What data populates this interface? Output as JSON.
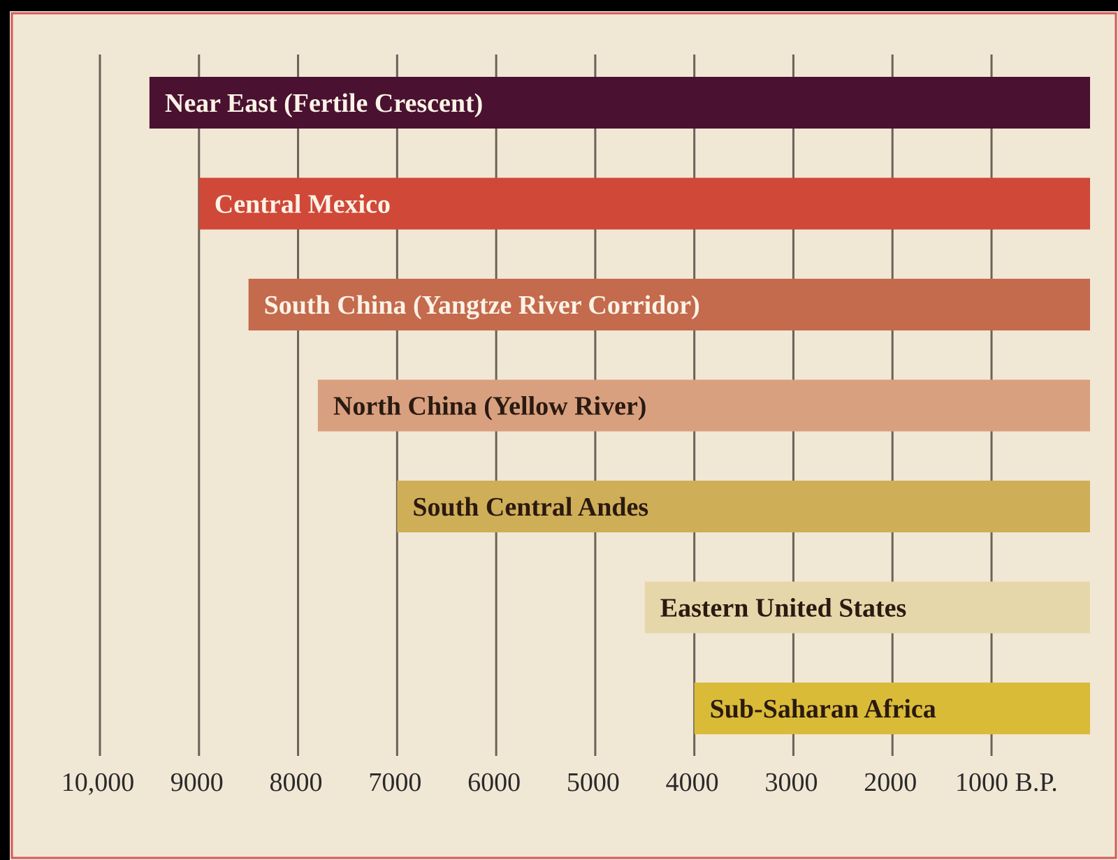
{
  "chart_data": {
    "type": "bar",
    "orientation": "horizontal",
    "x_axis": {
      "range": [
        10500,
        0
      ],
      "ticks": [
        10000,
        9000,
        8000,
        7000,
        6000,
        5000,
        4000,
        3000,
        2000,
        1000
      ],
      "tick_labels": [
        "10,000",
        "9000",
        "8000",
        "7000",
        "6000",
        "5000",
        "4000",
        "3000",
        "2000",
        "1000 B.P."
      ],
      "gridlines": true
    },
    "categories": [
      "Near East (Fertile Crescent)",
      "Central Mexico",
      "South China (Yangtze River Corridor)",
      "North China (Yellow River)",
      "South Central Andes",
      "Eastern United States",
      "Sub-Saharan Africa"
    ],
    "start_bp": [
      9500,
      9000,
      8500,
      7800,
      7000,
      4500,
      4000
    ],
    "end_bp": [
      0,
      0,
      0,
      0,
      0,
      0,
      0
    ],
    "bar_colors": [
      "#4a1130",
      "#d04838",
      "#c46a4d",
      "#d9a07f",
      "#cfae58",
      "#e6d7ab",
      "#dabb38"
    ],
    "label_colors": [
      "#fbf3e6",
      "#fbf3e6",
      "#fbf3e6",
      "#2a1a10",
      "#2a1a10",
      "#2a1a10",
      "#2a1a10"
    ],
    "colors": {
      "background": "#f1e7d5",
      "border": "#d45a5a",
      "gridline": "#6b6258",
      "tick_label": "#2a2a2a"
    }
  }
}
